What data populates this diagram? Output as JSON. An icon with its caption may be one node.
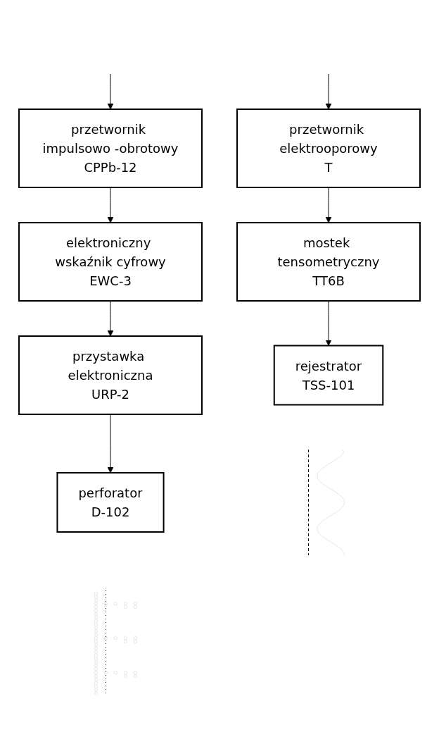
{
  "diagram": {
    "nodes": [
      {
        "text": [
          "przetwornik impulsowo -obrotowy",
          "CPPb-12"
        ]
      },
      {
        "text": [
          "elektroniczny wskaźnik cyfrowy",
          "EWC-3"
        ]
      },
      {
        "text": [
          "przystawka elektroniczna",
          "URP-2"
        ]
      },
      {
        "text": [
          "perforator",
          "D-102"
        ]
      },
      {
        "text": [],
        "shape": "picture"
      },
      {
        "text": [
          "przetwornik elektrooporowy",
          "T"
        ]
      },
      {
        "text": [
          "mostek tensometryczny",
          "TT6B"
        ]
      },
      {
        "text": [
          "rejestrator",
          "TSS-101"
        ]
      },
      {
        "text": [],
        "shape": "picture"
      }
    ],
    "edges": [
      {
        "from": null,
        "to": 0,
        "arrow": "to"
      },
      {
        "from": 0,
        "to": 1,
        "arrow": "to"
      },
      {
        "from": 1,
        "to": 2,
        "arrow": "to"
      },
      {
        "from": 2,
        "to": 3,
        "arrow": "to"
      },
      {
        "from": null,
        "to": 5,
        "arrow": "to"
      },
      {
        "from": 5,
        "to": 6,
        "arrow": "to"
      },
      {
        "from": 6,
        "to": 7,
        "arrow": "to"
      }
    ]
  }
}
